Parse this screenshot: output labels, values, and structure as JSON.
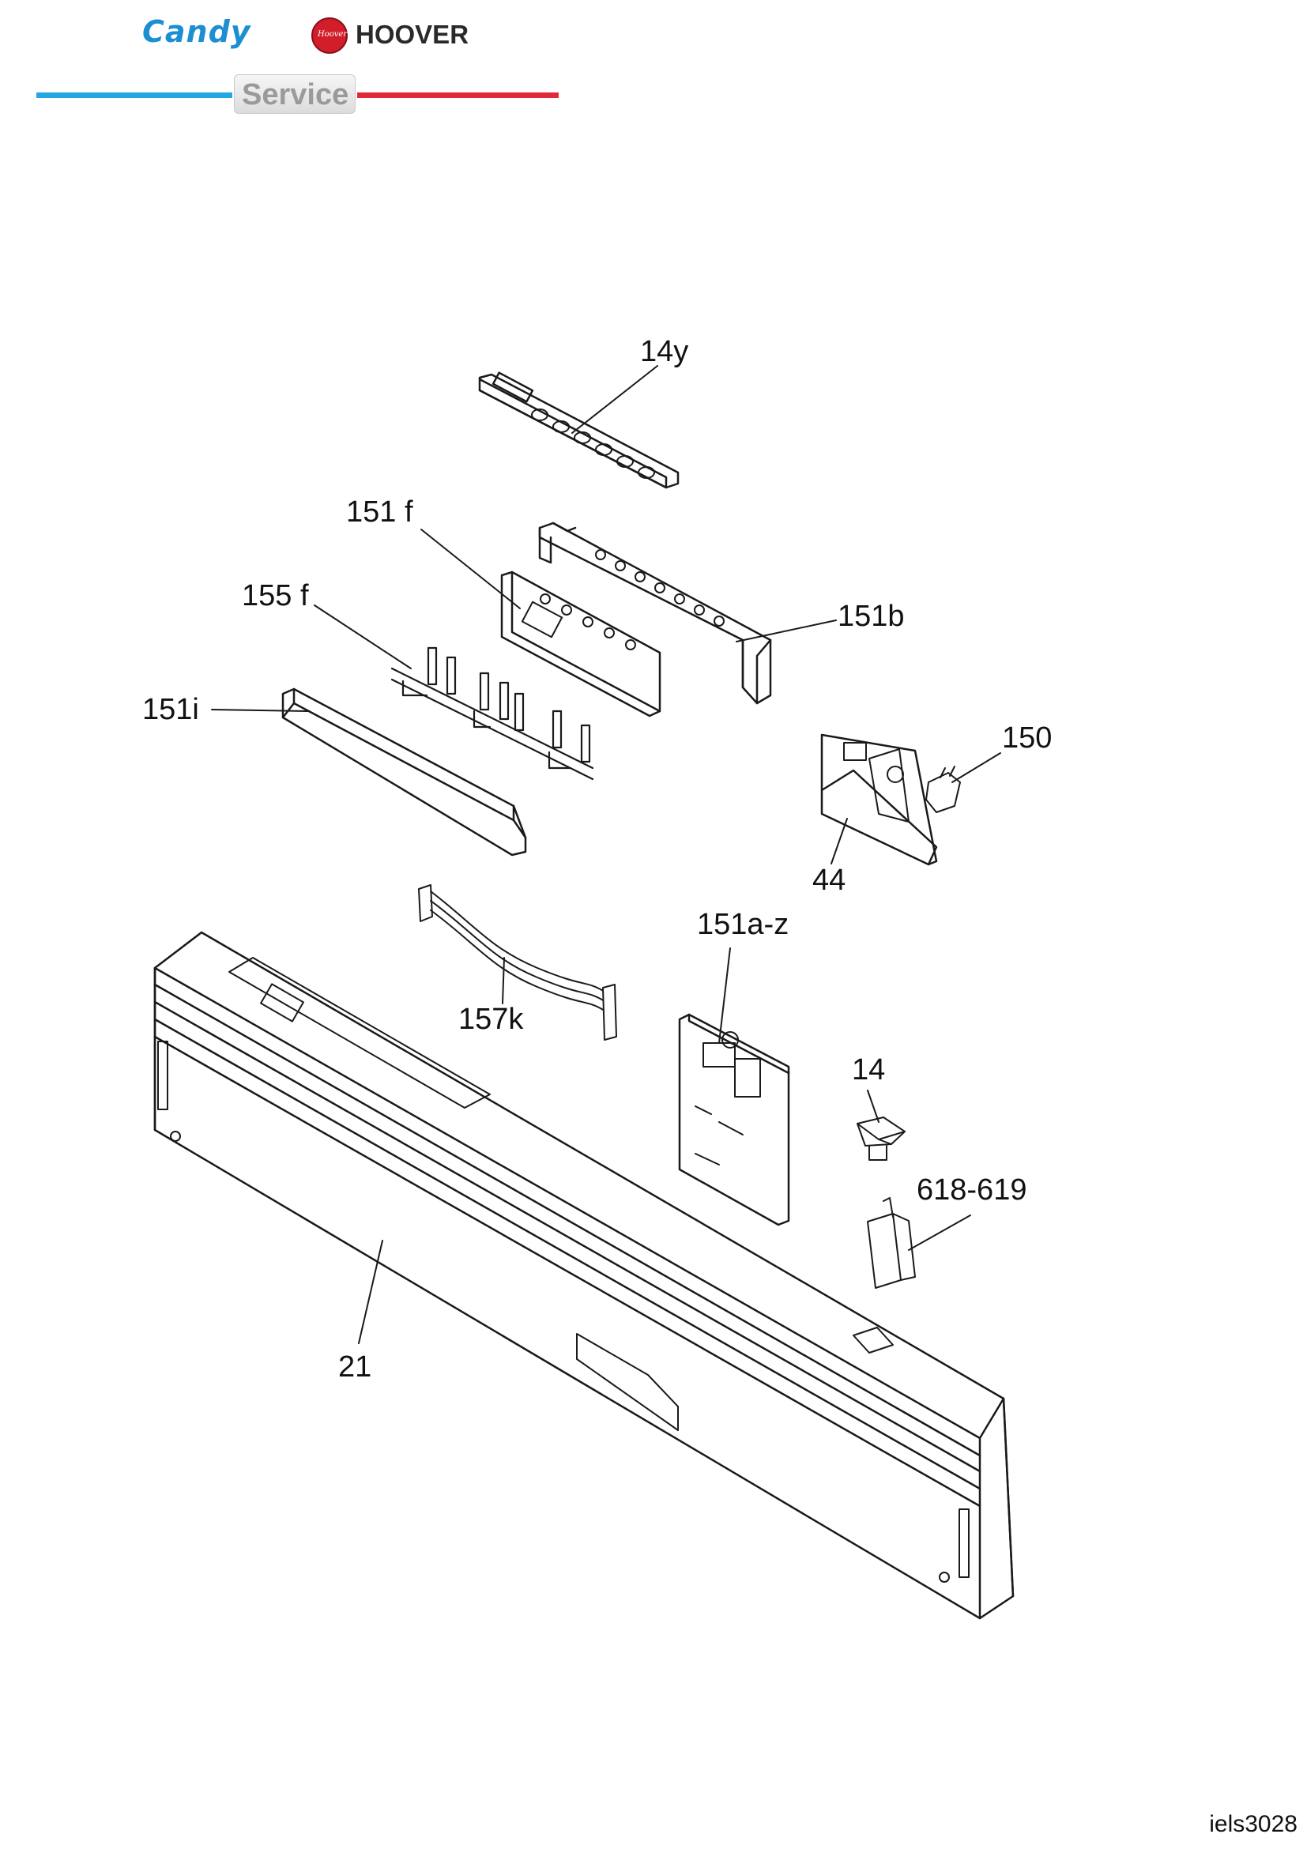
{
  "header": {
    "brand_candy": "Candy",
    "brand_hoover": "HOOVER",
    "badge_text": "Hoover",
    "service_label": "Service",
    "colors": {
      "candy_blue": "#1c8fd3",
      "service_red": "#e02a37",
      "service_blue": "#24a8e2"
    }
  },
  "parts": [
    {
      "id": "p14y",
      "label": "14y"
    },
    {
      "id": "p151f",
      "label": "151 f"
    },
    {
      "id": "p155f",
      "label": "155 f"
    },
    {
      "id": "p151b",
      "label": "151b"
    },
    {
      "id": "p151i",
      "label": "151i"
    },
    {
      "id": "p150",
      "label": "150"
    },
    {
      "id": "p44",
      "label": "44"
    },
    {
      "id": "p151az",
      "label": "151a-z"
    },
    {
      "id": "p157k",
      "label": "157k"
    },
    {
      "id": "p14",
      "label": "14"
    },
    {
      "id": "p618",
      "label": "618-619"
    },
    {
      "id": "p21",
      "label": "21"
    }
  ],
  "footer": {
    "reference": "iels3028"
  }
}
